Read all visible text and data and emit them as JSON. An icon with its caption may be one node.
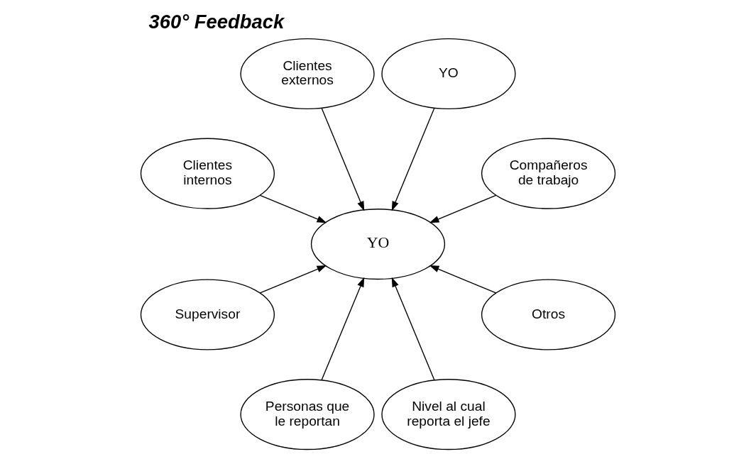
{
  "diagram": {
    "title": "360° Feedback",
    "nodes": [
      {
        "text": [
          "Compañeros de trabajo"
        ]
      },
      {
        "text": [
          "YO"
        ]
      },
      {
        "text": [
          "Clientes externos"
        ]
      },
      {
        "text": [
          "Clientes internos"
        ]
      },
      {
        "text": [
          "YO"
        ]
      },
      {
        "text": [
          "Supervisor"
        ]
      },
      {
        "text": [
          "Personas que le reportan"
        ]
      },
      {
        "text": [
          "Nivel al cual reporta el jefe"
        ]
      },
      {
        "text": [
          "Otros"
        ]
      }
    ],
    "edges": [
      {
        "from": 0,
        "to": 4,
        "arrow": "to"
      },
      {
        "from": 1,
        "to": 4,
        "arrow": "to"
      },
      {
        "from": 2,
        "to": 4,
        "arrow": "to"
      },
      {
        "from": 3,
        "to": 4,
        "arrow": "to"
      },
      {
        "from": 5,
        "to": 4,
        "arrow": "to"
      },
      {
        "from": 6,
        "to": 4,
        "arrow": "to"
      },
      {
        "from": 7,
        "to": 4,
        "arrow": "to"
      },
      {
        "from": 8,
        "to": 4,
        "arrow": "to"
      }
    ]
  }
}
